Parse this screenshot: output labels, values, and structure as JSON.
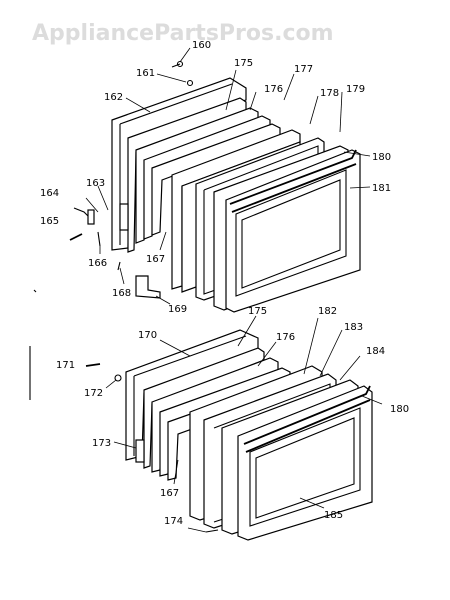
{
  "watermark": "AppliancePartsPros.com",
  "callouts": {
    "p160": "160",
    "p161": "161",
    "p162": "162",
    "p163": "163",
    "p164": "164",
    "p165": "165",
    "p166": "166",
    "p167a": "167",
    "p168": "168",
    "p169": "169",
    "p175a": "175",
    "p176a": "176",
    "p177": "177",
    "p178": "178",
    "p179": "179",
    "p180a": "180",
    "p181": "181",
    "p170": "170",
    "p171": "171",
    "p172": "172",
    "p173": "173",
    "p174": "174",
    "p175b": "175",
    "p176b": "176",
    "p182": "182",
    "p183": "183",
    "p184": "184",
    "p180b": "180",
    "p167b": "167",
    "p185": "185"
  }
}
